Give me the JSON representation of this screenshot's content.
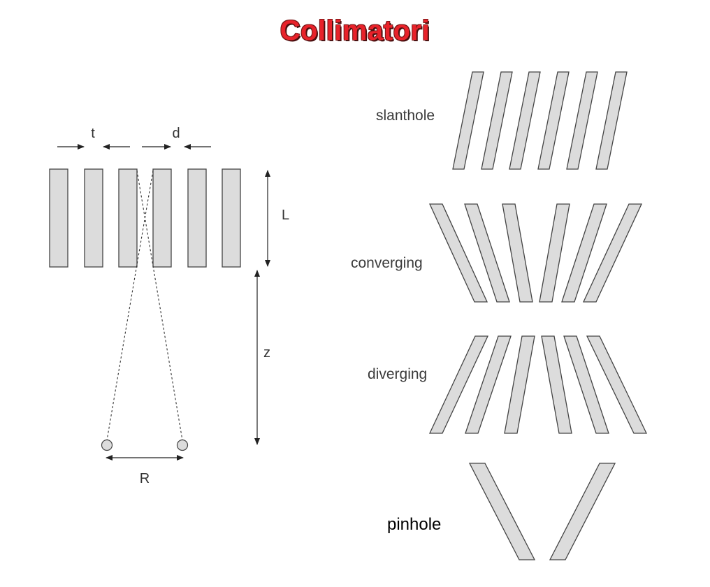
{
  "title": "Collimatori",
  "parallel_hole": {
    "label_t": "t",
    "label_d": "d",
    "label_L": "L",
    "label_z": "z",
    "label_R": "R"
  },
  "collimator_types": [
    {
      "id": "slanthole",
      "label": "slanthole"
    },
    {
      "id": "converging",
      "label": "converging"
    },
    {
      "id": "diverging",
      "label": "diverging"
    },
    {
      "id": "pinhole",
      "label": "pinhole"
    }
  ],
  "colors": {
    "title": "#e8222a",
    "septa_fill": "#dcdcdc",
    "septa_stroke": "#444444"
  }
}
